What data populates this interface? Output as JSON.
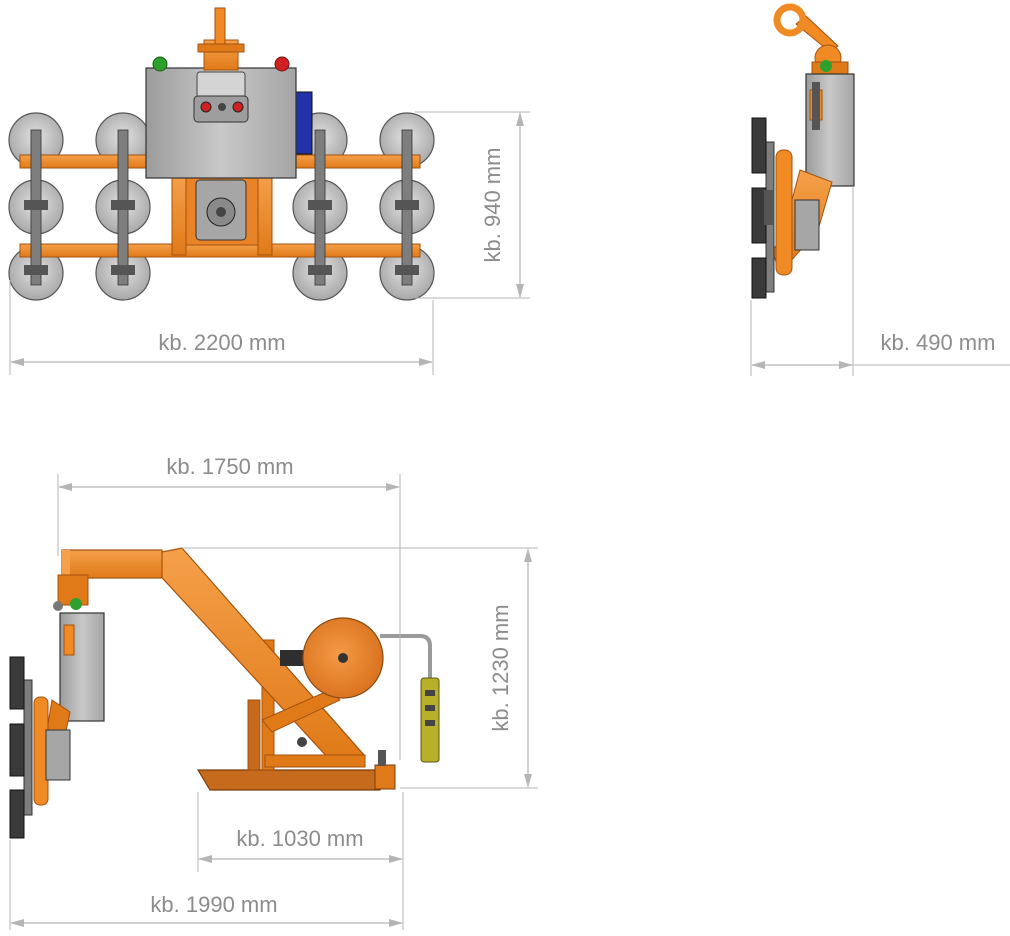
{
  "dimensions": {
    "front_width": "kb. 2200 mm",
    "front_height": "kb. 940 mm",
    "side_depth": "kb. 490 mm",
    "reach": "kb. 1750 mm",
    "total_height": "kb. 1230 mm",
    "base_length": "kb. 1030 mm",
    "total_length": "kb. 1990 mm"
  },
  "colors": {
    "frame": "#F08A24",
    "frame_dark": "#C8661A",
    "steel": "#9A9A9A",
    "housing": "#B9B9B9",
    "cup": "#C9C9C9",
    "dark": "#2E2E2E",
    "dim_line": "#B5B5B5",
    "dim_text": "#8C8C8C",
    "panel_blue": "#2233AA",
    "lamp_green": "#2DA02D",
    "lamp_red": "#D02020",
    "pendant": "#B9B02A"
  }
}
